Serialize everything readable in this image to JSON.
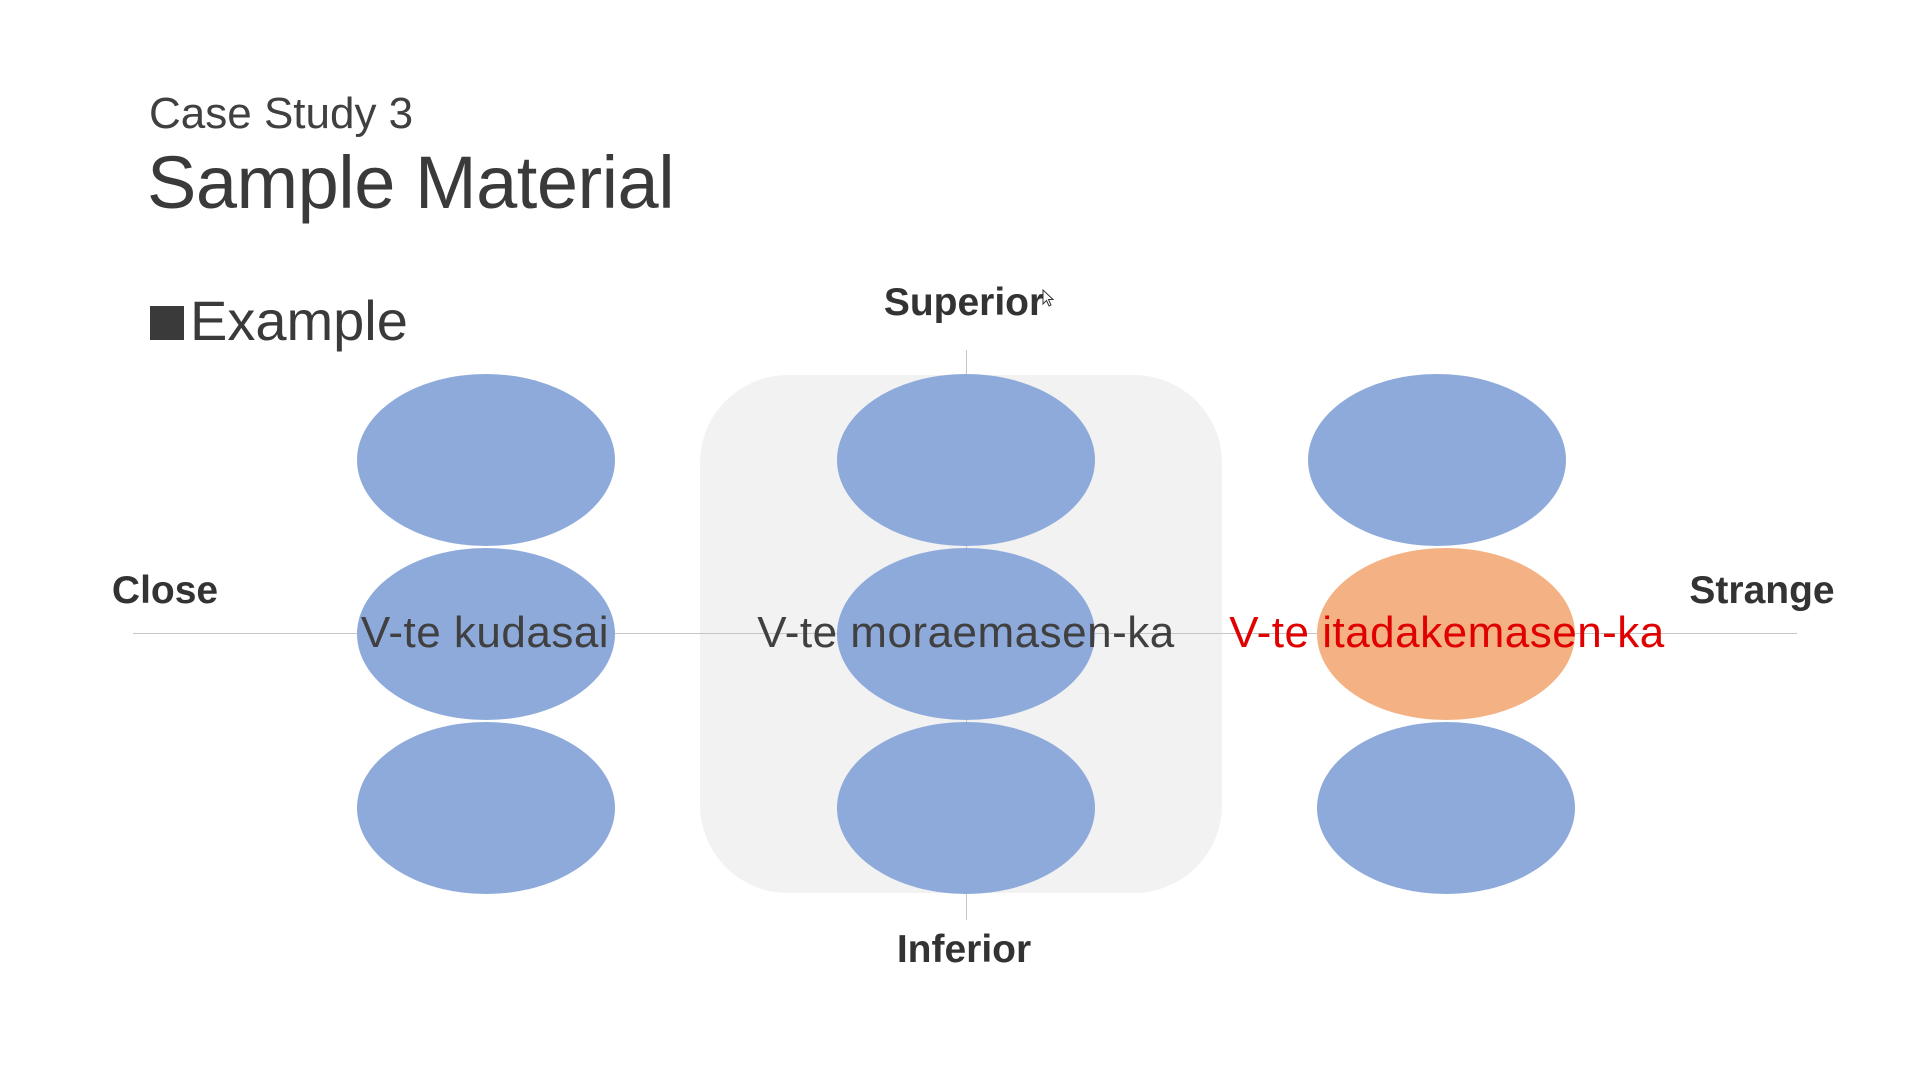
{
  "slide": {
    "subtitle": "Case Study 3",
    "title": "Sample Material",
    "bullet": "Example"
  },
  "diagram": {
    "axes": {
      "top": "Superior",
      "bottom": "Inferior",
      "left": "Close",
      "right": "Strange"
    },
    "phrases": [
      {
        "text": "V-te kudasai",
        "color": "#404040"
      },
      {
        "text": "V-te moraemasen-ka",
        "color": "#404040"
      },
      {
        "text": "V-te itadakemasen-ka",
        "color": "#e00000"
      }
    ],
    "colors": {
      "ellipse": "#8eaadb",
      "highlight": "#f4b183",
      "panel": "#f2f2f2",
      "axis_line": "#c6c6c6"
    }
  }
}
